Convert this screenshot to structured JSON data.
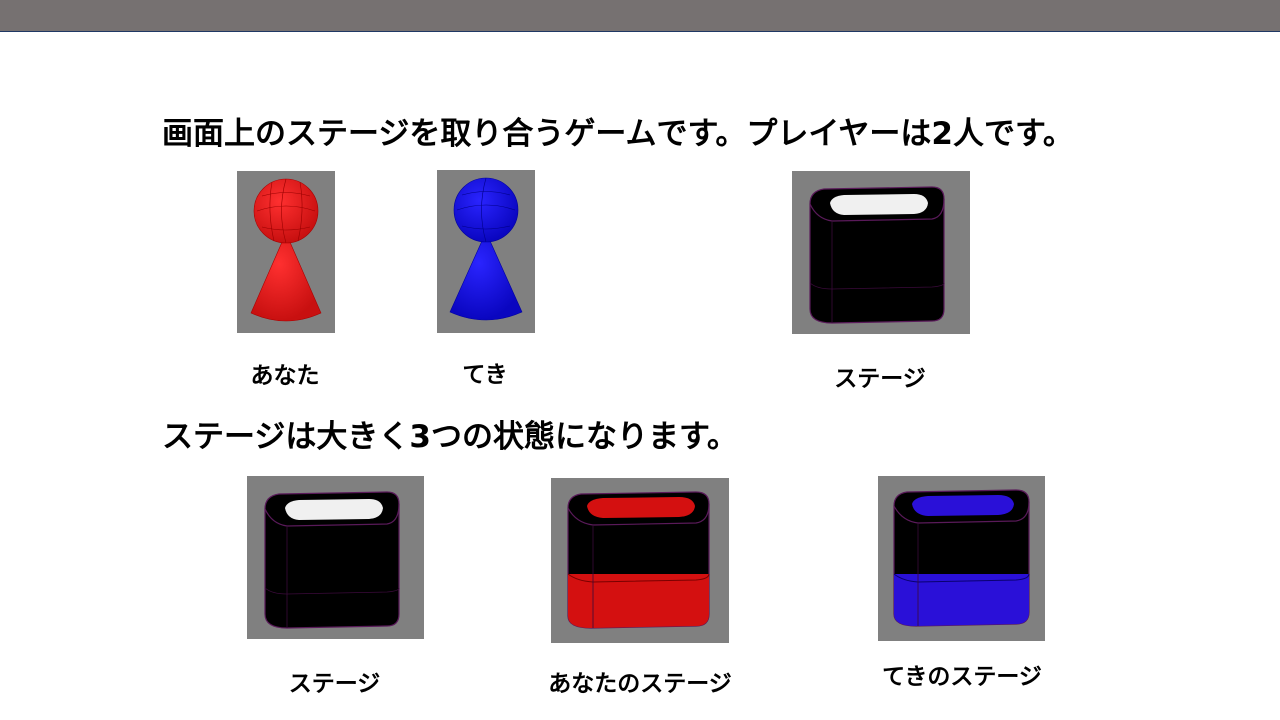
{
  "slide": {
    "heading_1": "画面上のステージを取り合うゲームです。プレイヤーは2人です。",
    "heading_2": "ステージは大きく3つの状態になります。"
  },
  "pieces": [
    {
      "label": "あなた",
      "color": "#e41b1b"
    },
    {
      "label": "てき",
      "color": "#1510e0"
    }
  ],
  "stage_intro": {
    "label": "ステージ",
    "fill": "#ffffff"
  },
  "stage_states": [
    {
      "label": "ステージ",
      "top_fill": "#ffffff",
      "band_fill": "#000000"
    },
    {
      "label": "あなたのステージ",
      "top_fill": "#d41010",
      "band_fill": "#d41010"
    },
    {
      "label": "てきのステージ",
      "top_fill": "#2a10d8",
      "band_fill": "#2a10d8"
    }
  ],
  "colors": {
    "topbar": "#767171",
    "panel_bg": "#808080",
    "cube_body": "#000000",
    "cube_edge": "#5a1a5a"
  },
  "icons": [
    "red-pawn-icon",
    "blue-pawn-icon",
    "stage-cube-icon"
  ]
}
